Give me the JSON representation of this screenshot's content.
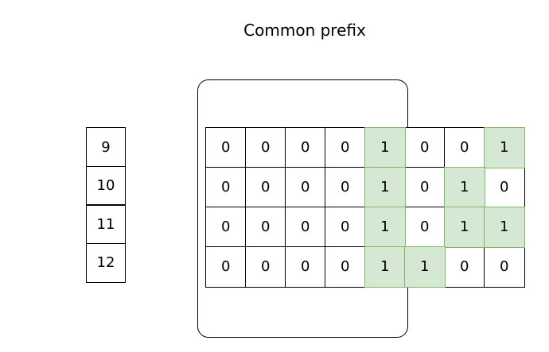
{
  "title": "Common prefix",
  "row_labels": [
    "9",
    "10",
    "11",
    "12"
  ],
  "rows": [
    [
      "0",
      "0",
      "0",
      "0",
      "1",
      "0",
      "0",
      "1"
    ],
    [
      "0",
      "0",
      "0",
      "0",
      "1",
      "0",
      "1",
      "0"
    ],
    [
      "0",
      "0",
      "0",
      "0",
      "1",
      "0",
      "1",
      "1"
    ],
    [
      "0",
      "0",
      "0",
      "0",
      "1",
      "1",
      "0",
      "0"
    ]
  ],
  "highlight_color": "#d5e8d4",
  "highlight_border_color": "#82b366"
}
